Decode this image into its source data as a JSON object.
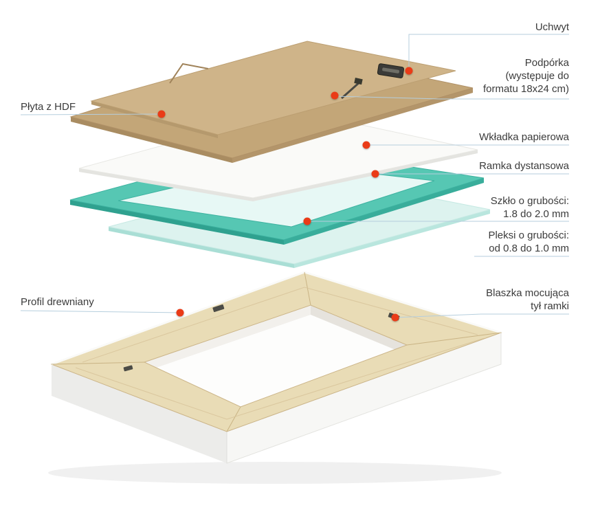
{
  "labels": {
    "uchwyt": "Uchwyt",
    "podporka": "Podpórka\n(występuje do\nformatu 18x24 cm)",
    "plyta_hdf": "Płyta z HDF",
    "wkladka": "Wkładka papierowa",
    "ramka": "Ramka dystansowa",
    "szklo": "Szkło o grubości:\n1.8 do 2.0 mm",
    "pleksi": "Pleksi o grubości:\nod 0.8 do 1.0 mm",
    "profil": "Profil drewniany",
    "blaszka": "Blaszka mocująca\ntył ramki"
  },
  "colors": {
    "accent": "#ea3b17",
    "leader": "#b5cedd",
    "text": "#3b3b3b",
    "hdf": "#cfb489",
    "teal": "#56c7b3",
    "glass": "#ddf3ef",
    "paper": "#fafaf8",
    "wood": "#e9dcb6"
  }
}
